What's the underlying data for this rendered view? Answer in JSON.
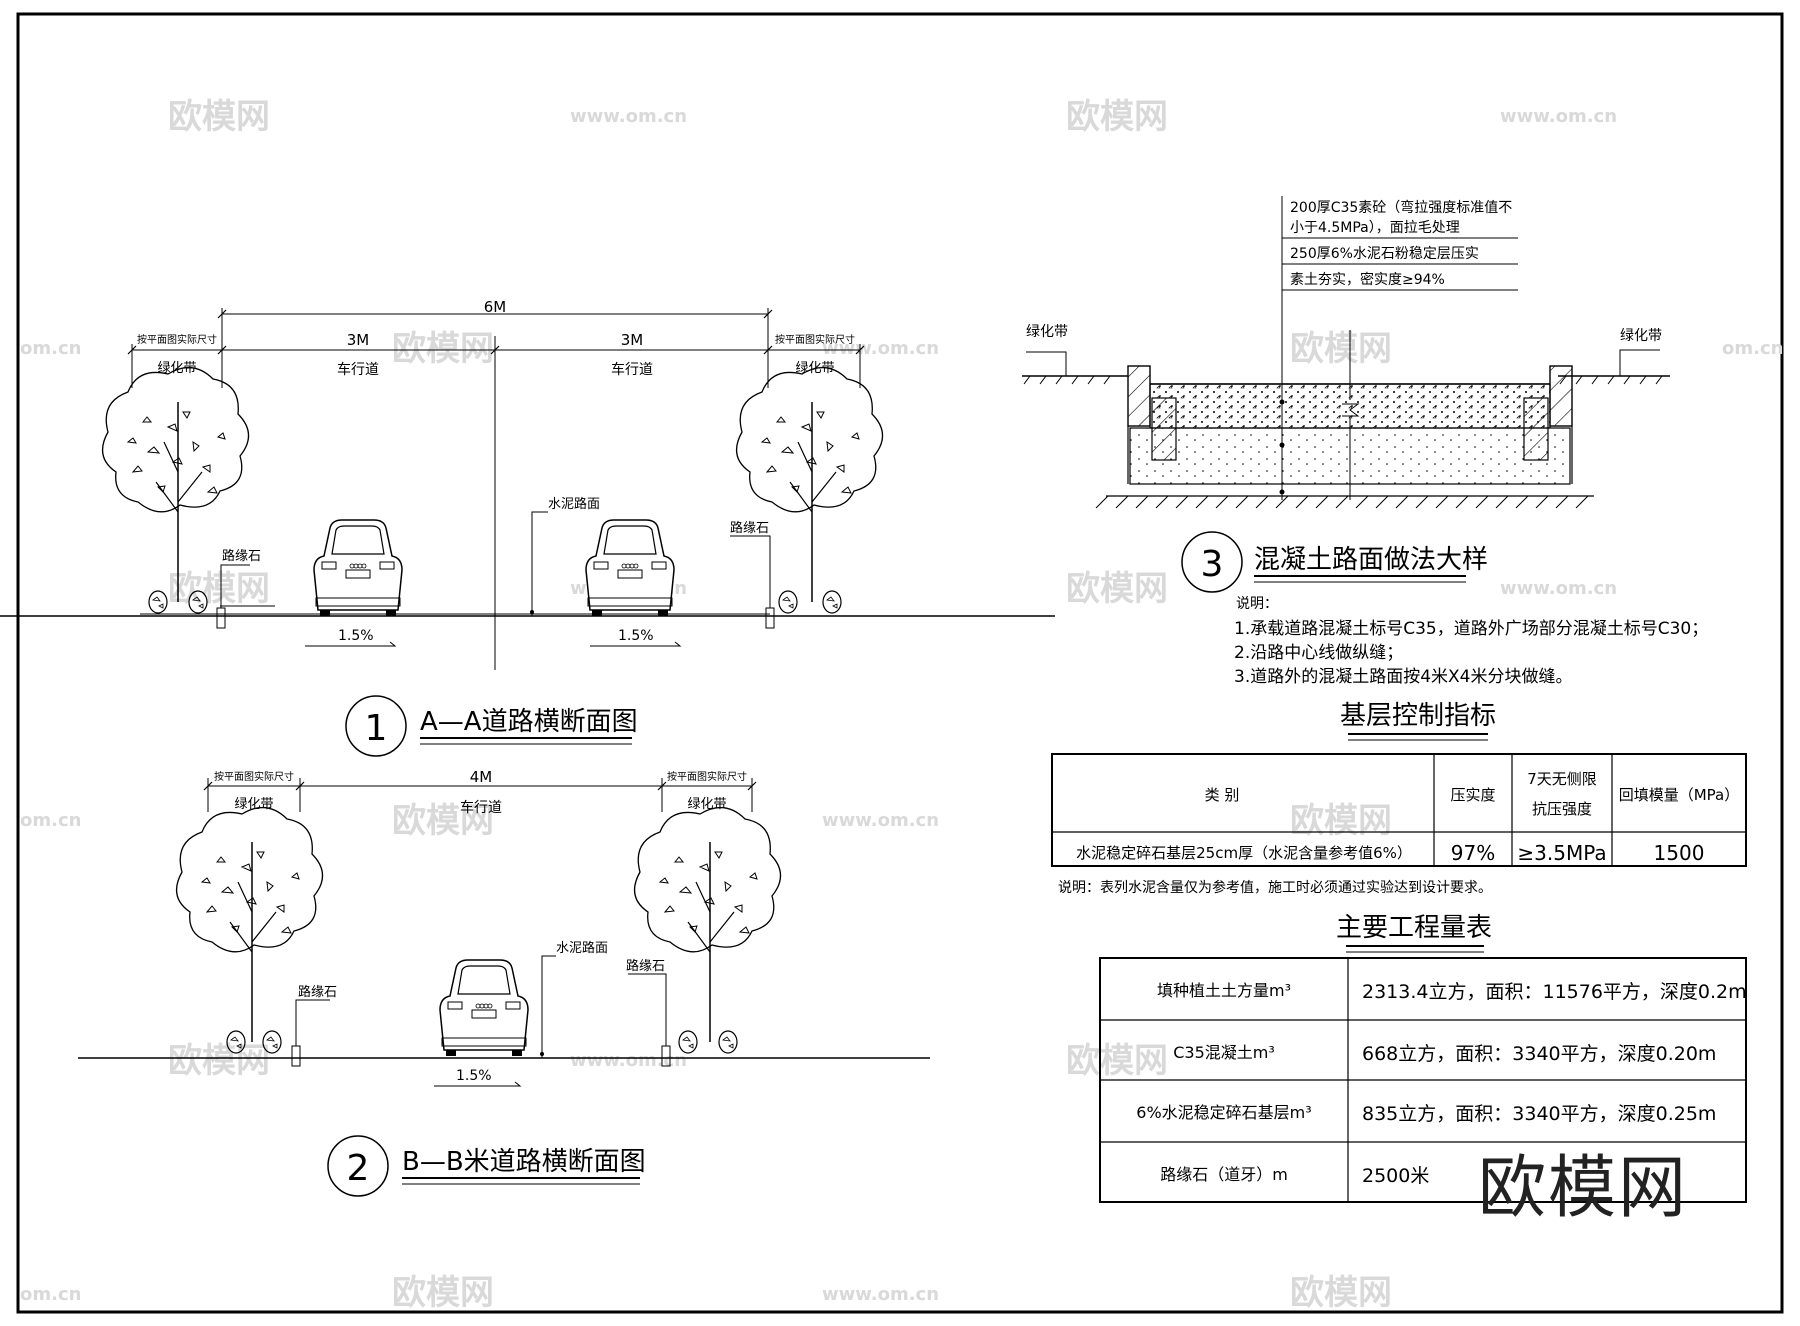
{
  "watermarks": {
    "cn": "欧模网",
    "url": "www.om.cn",
    "edge": "om.cn",
    "big": "欧模网"
  },
  "section_aa": {
    "number": "1",
    "title": "A—A道路横断面图",
    "total_width": "6M",
    "lane_left_width": "3M",
    "lane_right_width": "3M",
    "lane_label": "车行道",
    "green_width_note": "按平面图实际尺寸",
    "green_label": "绿化带",
    "pavement_label": "水泥路面",
    "curb_label": "路缘石",
    "slope": "1.5%"
  },
  "section_bb": {
    "number": "2",
    "title": "B—B米道路横断面图",
    "total_width": "4M",
    "lane_label": "车行道",
    "green_width_note": "按平面图实际尺寸",
    "green_label": "绿化带",
    "pavement_label": "水泥路面",
    "curb_label": "路缘石",
    "slope": "1.5%"
  },
  "detail3": {
    "number": "3",
    "title": "混凝土路面做法大样",
    "layer1_line1": "200厚C35素砼（弯拉强度标准值不",
    "layer1_line2": "小于4.5MPa），面拉毛处理",
    "layer2": "250厚6%水泥石粉稳定层压实",
    "layer3": "素土夯实，密实度≥94%",
    "green_left": "绿化带",
    "green_right": "绿化带"
  },
  "notes": {
    "heading": "说明：",
    "items": [
      "1.承载道路混凝土标号C35，道路外广场部分混凝土标号C30；",
      "2.沿路中心线做纵缝；",
      "3.道路外的混凝土路面按4米X4米分块做缝。"
    ]
  },
  "base_table": {
    "title": "基层控制指标",
    "headers": [
      "类 别",
      "压实度",
      "7天无侧限",
      "抗压强度",
      "回填模量（MPa）"
    ],
    "row": [
      "水泥稳定碎石基层25cm厚（水泥含量参考值6%）",
      "97%",
      "≥3.5MPa",
      "1500"
    ],
    "note": "说明：表列水泥含量仅为参考值，施工时必须通过实验达到设计要求。"
  },
  "quantity_table": {
    "title": "主要工程量表",
    "rows": [
      {
        "item": "填种植土土方量m³",
        "value": "2313.4立方，面积：11576平方，深度0.2m"
      },
      {
        "item": "C35混凝土m³",
        "value": "668立方，面积：3340平方，深度0.20m"
      },
      {
        "item": "6%水泥稳定碎石基层m³",
        "value": "835立方，面积：3340平方，深度0.25m"
      },
      {
        "item": "路缘石（道牙）m",
        "value": "2500米"
      }
    ]
  }
}
